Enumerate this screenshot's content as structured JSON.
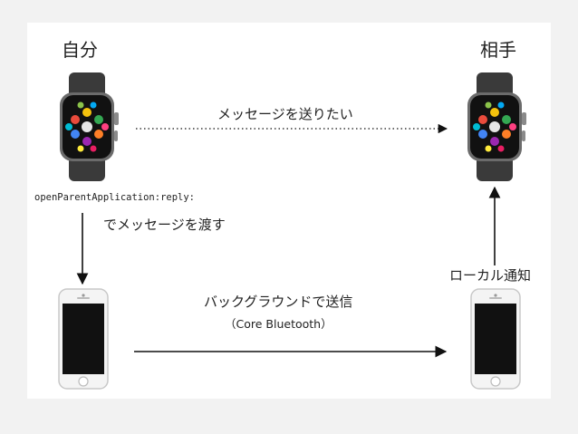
{
  "labels": {
    "self": "自分",
    "other": "相手",
    "send_intent": "メッセージを送りたい",
    "api_call": "openParentApplication:reply:",
    "hand_over": "でメッセージを渡す",
    "local_notification": "ローカル通知",
    "background_send": "バックグラウンドで送信",
    "ble": "（Core Bluetooth）"
  },
  "colors": {
    "slide_bg": "#ffffff",
    "page_bg": "#f2f2f2",
    "text": "#222222",
    "arrow": "#111111"
  },
  "icons": [
    "apple-watch-icon",
    "iphone-icon"
  ]
}
